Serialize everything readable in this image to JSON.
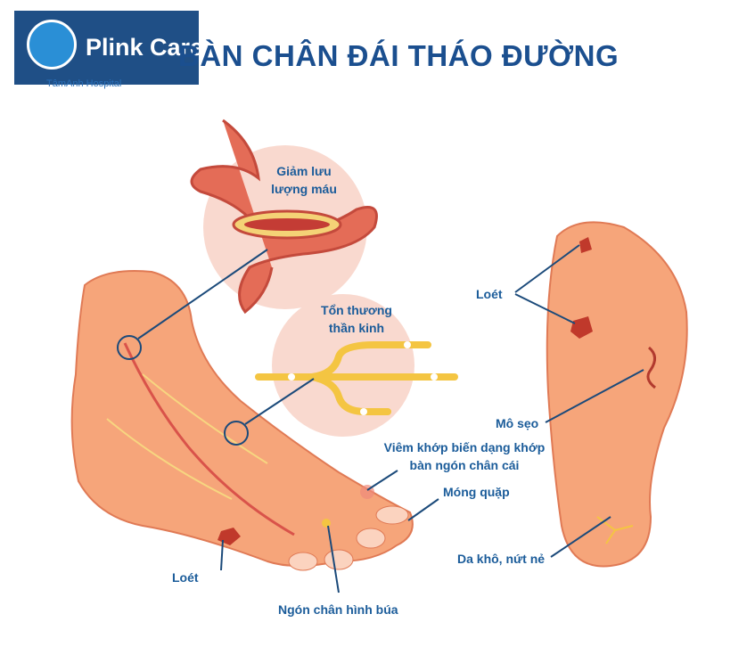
{
  "title": "BÀN CHÂN ĐÁI THÁO ĐƯỜNG",
  "logo": {
    "brand": "Plink Care",
    "sub": "TâmAnh Hospital",
    "bg_color": "#1f4f86"
  },
  "labels": {
    "blood_flow": [
      "Giảm lưu",
      "lượng máu"
    ],
    "nerve": [
      "Tổn thương",
      "thần kinh"
    ],
    "ulcer_sole": "Loét",
    "scar": "Mô sẹo",
    "arthritis": [
      "Viêm khớp biến dạng khớp",
      "bàn ngón chân cái"
    ],
    "ingrown_nail": "Móng quặp",
    "dry_skin": "Da khô, nứt nẻ",
    "ulcer_foot": "Loét",
    "hammer_toe": "Ngón chân hình búa"
  },
  "colors": {
    "label": "#1b5c9a",
    "title": "#1b4f8f",
    "skin": "#f6a57a",
    "vessel": "#d9534a",
    "nerve": "#f4c542"
  }
}
